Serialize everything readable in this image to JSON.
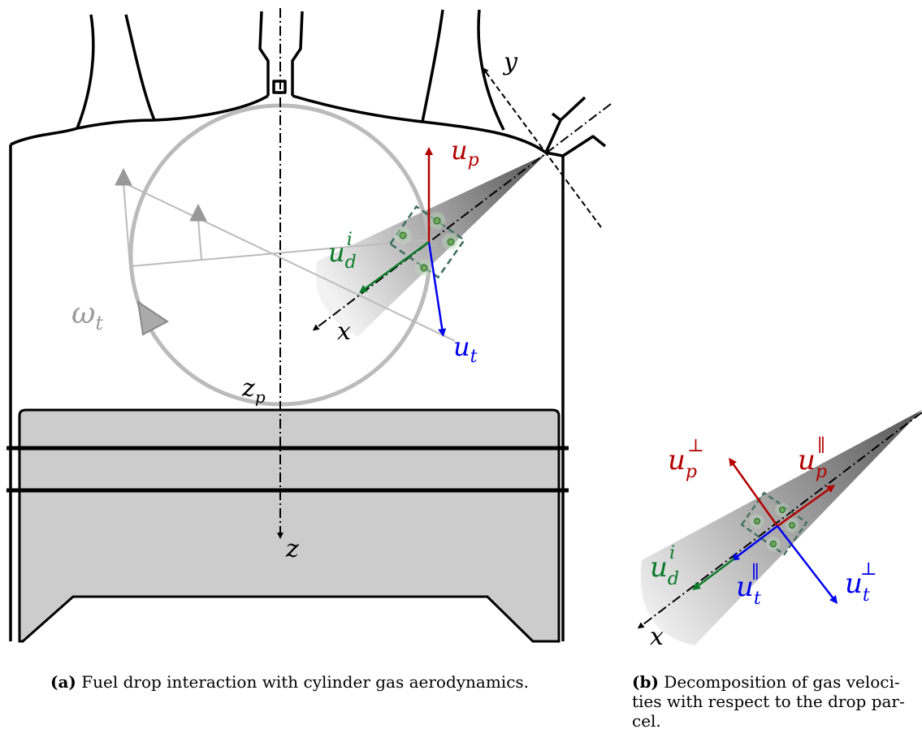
{
  "labels": {
    "y": "y",
    "x_a": "x",
    "z": "z",
    "z_p": "z",
    "z_p_sub": "p",
    "omega": "ω",
    "omega_sub": "t",
    "u_p": "u",
    "u_p_sub": "p",
    "u_t": "u",
    "u_t_sub": "t",
    "u_d": "u",
    "u_d_sub": "d",
    "u_d_sup": "i",
    "u_p_perp": "u",
    "u_p_perp_sub": "p",
    "u_p_perp_sup": "⊥",
    "u_p_par": "u",
    "u_p_par_sub": "p",
    "u_p_par_sup": "∥",
    "u_t_perp": "u",
    "u_t_perp_sub": "t",
    "u_t_perp_sup": "⊥",
    "u_t_par": "u",
    "u_t_par_sub": "t",
    "u_t_par_sup": "∥",
    "u_d_b": "u",
    "u_d_b_sub": "d",
    "u_d_b_sup": "i",
    "x_b": "x"
  },
  "captions": {
    "a_tag": "(a)",
    "a_text": " Fuel drop interaction with cylinder gas aerodynamics.",
    "b_tag": "(b)",
    "b_text_1": " Decomposition of gas veloci-",
    "b_text_2": "ties with respect to the drop par-",
    "b_text_3": "cel."
  },
  "colors": {
    "u_p": "#b30000",
    "u_t": "#0000ee",
    "u_d": "#0a7a2a",
    "tumble": "#bbbbbb",
    "piston": "#cccccc",
    "parcel": "#3c6e5a"
  }
}
